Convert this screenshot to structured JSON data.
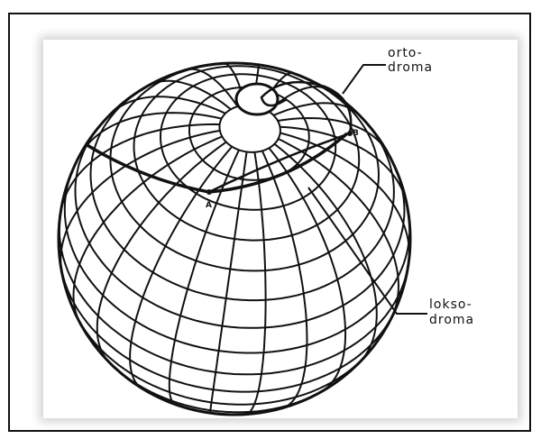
{
  "labels": {
    "ortodroma_line1": "orto-",
    "ortodroma_line2": "droma",
    "loksodroma_line1": "lokso-",
    "loksodroma_line2": "droma",
    "point_a": "A",
    "point_b": "B"
  },
  "colors": {
    "ink": "#111111",
    "background": "#ffffff"
  }
}
